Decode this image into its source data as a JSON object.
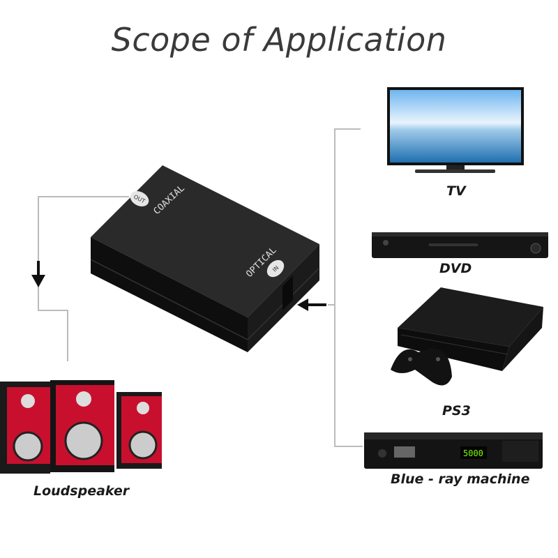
{
  "title": "Scope of Application",
  "converter": {
    "coaxial_label": "COAXIAL",
    "optical_label": "OPTICAL",
    "out_label": "OUT",
    "in_label": "IN"
  },
  "devices": {
    "tv": "TV",
    "dvd": "DVD",
    "ps3": "PS3",
    "bluray": "Blue - ray machine",
    "bluray_display": "5000",
    "loudspeaker": "Loudspeaker"
  },
  "colors": {
    "title": "#3a3a3a",
    "line": "#bbbbbb",
    "arrow": "#111111",
    "device_body": "#151515",
    "speaker_red": "#c8102e"
  }
}
